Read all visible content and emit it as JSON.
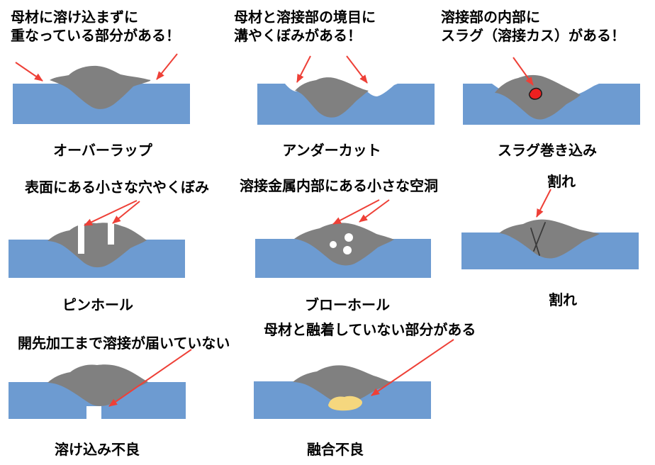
{
  "colors": {
    "background": "#ffffff",
    "base_metal": "#6d9bd1",
    "weld": "#808080",
    "arrow": "#ee4037",
    "slag": "#ee2020",
    "slag_outline": "#1a1a1a",
    "void": "#ffffff",
    "fusion_gap": "#f5d77e",
    "crack": "#3a3a3a",
    "text": "#000000"
  },
  "panels": [
    {
      "id": "overlap",
      "annotation": "母材に溶け込まずに\n重なっている部分がある！",
      "caption": "オーバーラップ"
    },
    {
      "id": "undercut",
      "annotation": "母材と溶接部の境目に\n溝やくぼみがある！",
      "caption": "アンダーカット"
    },
    {
      "id": "slag-inclusion",
      "annotation": "溶接部の内部に\nスラグ（溶接カス）がある！",
      "caption": "スラグ巻き込み"
    },
    {
      "id": "pinhole",
      "annotation": "表面にある小さな穴やくぼみ",
      "caption": "ピンホール"
    },
    {
      "id": "blowhole",
      "annotation": "溶接金属内部にある小さな空洞",
      "caption": "ブローホール"
    },
    {
      "id": "crack",
      "annotation": "割れ",
      "caption": "割れ"
    },
    {
      "id": "incomplete-penetration",
      "annotation": "開先加工まで溶接が届いていない",
      "caption": "溶け込み不良"
    },
    {
      "id": "lack-of-fusion",
      "annotation": "母材と融着していない部分がある",
      "caption": "融合不良"
    }
  ]
}
